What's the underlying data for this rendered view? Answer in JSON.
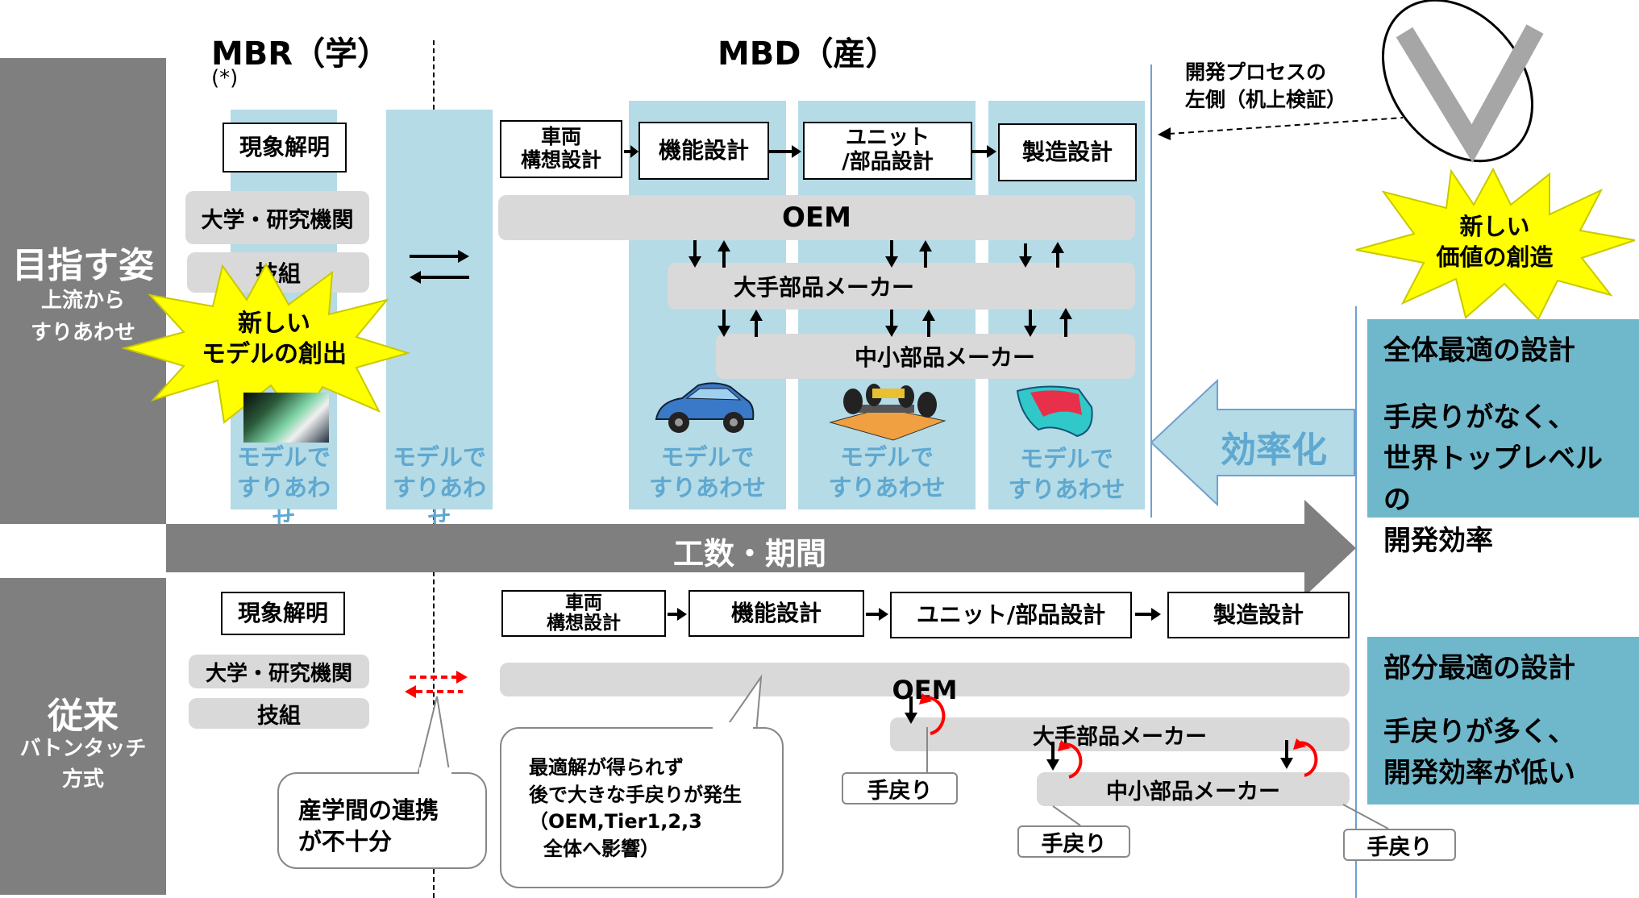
{
  "headers": {
    "mbr": "MBR（学）",
    "mbr_note": "(*)",
    "mbd": "MBD（産）"
  },
  "left_labels": {
    "target_title": "目指す姿",
    "target_sub": [
      "上流から",
      "すりあわせ"
    ],
    "current_title": "従来",
    "current_sub": [
      "バトンタッチ",
      "方式"
    ]
  },
  "top": {
    "phenomenon": "現象解明",
    "university": "大学・研究機関",
    "association": "技組",
    "burst_new_model": [
      "新しい",
      "モデルの創出"
    ],
    "exchange_arrows": "⇄",
    "process_steps": [
      [
        "車両",
        "構想設計"
      ],
      [
        "機能設計"
      ],
      [
        "ユニット",
        "/部品設計"
      ],
      [
        "製造設計"
      ]
    ],
    "oem": "OEM",
    "tier1": "大手部品メーカー",
    "tier2": "中小部品メーカー",
    "model_label": [
      "モデルで",
      "すりあわせ"
    ],
    "left_process_note": [
      "開発プロセスの",
      "左側（机上検証）"
    ],
    "burst_new_value": [
      "新しい",
      "価値の創造"
    ],
    "efficiency": "効率化"
  },
  "timeline": "工数・期間",
  "bottom": {
    "phenomenon": "現象解明",
    "university": "大学・研究機関",
    "association": "技組",
    "process_steps": [
      [
        "車両",
        "構想設計"
      ],
      [
        "機能設計"
      ],
      [
        "ユニット/部品設計"
      ],
      [
        "製造設計"
      ]
    ],
    "oem": "OEM",
    "tier1": "大手部品メーカー",
    "tier2": "中小部品メーカー",
    "callout_collab": [
      "産学間の連携",
      "が不十分"
    ],
    "callout_rework": [
      "最適解が得られず",
      "後で大きな手戻りが発生",
      "（OEM,Tier1,2,3",
      "全体へ影響）"
    ],
    "rework": "手戻り"
  },
  "right_panels": {
    "top": [
      "全体最適の設計",
      "",
      "手戻りがなく、",
      "世界トップレベルの",
      "開発効率"
    ],
    "bottom": [
      "部分最適の設計",
      "",
      "手戻りが多く、",
      "開発効率が低い"
    ]
  },
  "colors": {
    "band_gray": "#7f7f7f",
    "light_blue": "#b4dbe6",
    "panel_blue": "#6fb7cb",
    "burst_yellow": "#ffff00",
    "rework_red": "#ff0000"
  }
}
